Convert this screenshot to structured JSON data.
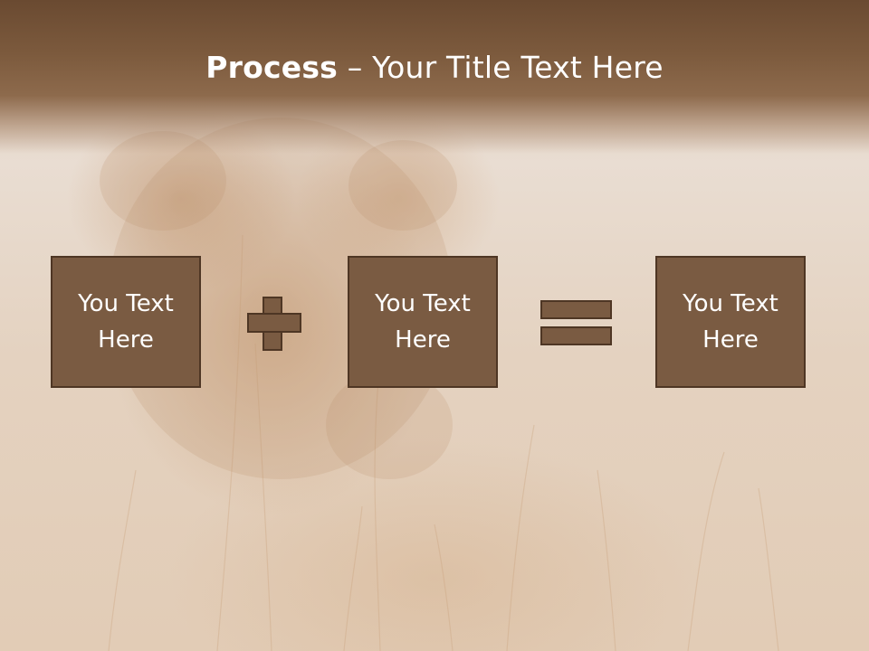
{
  "slide": {
    "title_bold": "Process",
    "title_rest": " – Your Title Text Here",
    "boxes": [
      {
        "text": "You Text\nHere"
      },
      {
        "text": "You Text\nHere"
      },
      {
        "text": "You Text\nHere"
      }
    ],
    "operators": [
      "plus-icon",
      "equals-icon"
    ]
  },
  "colors": {
    "box_fill": "#7a5b42",
    "box_border": "#4e3624",
    "header": "#7c5a3d",
    "text": "#ffffff"
  }
}
